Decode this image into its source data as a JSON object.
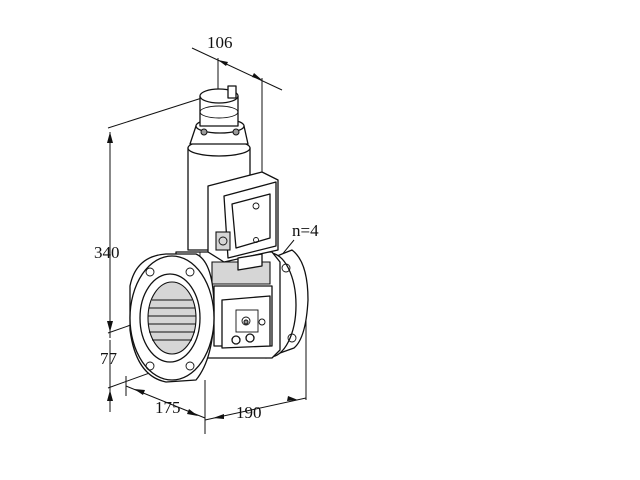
{
  "dimensions": {
    "top_offset": "106",
    "overall_height": "340",
    "axis_height": "77",
    "flange_offset": "175",
    "body_width": "190",
    "bolt_count": "n=4"
  }
}
